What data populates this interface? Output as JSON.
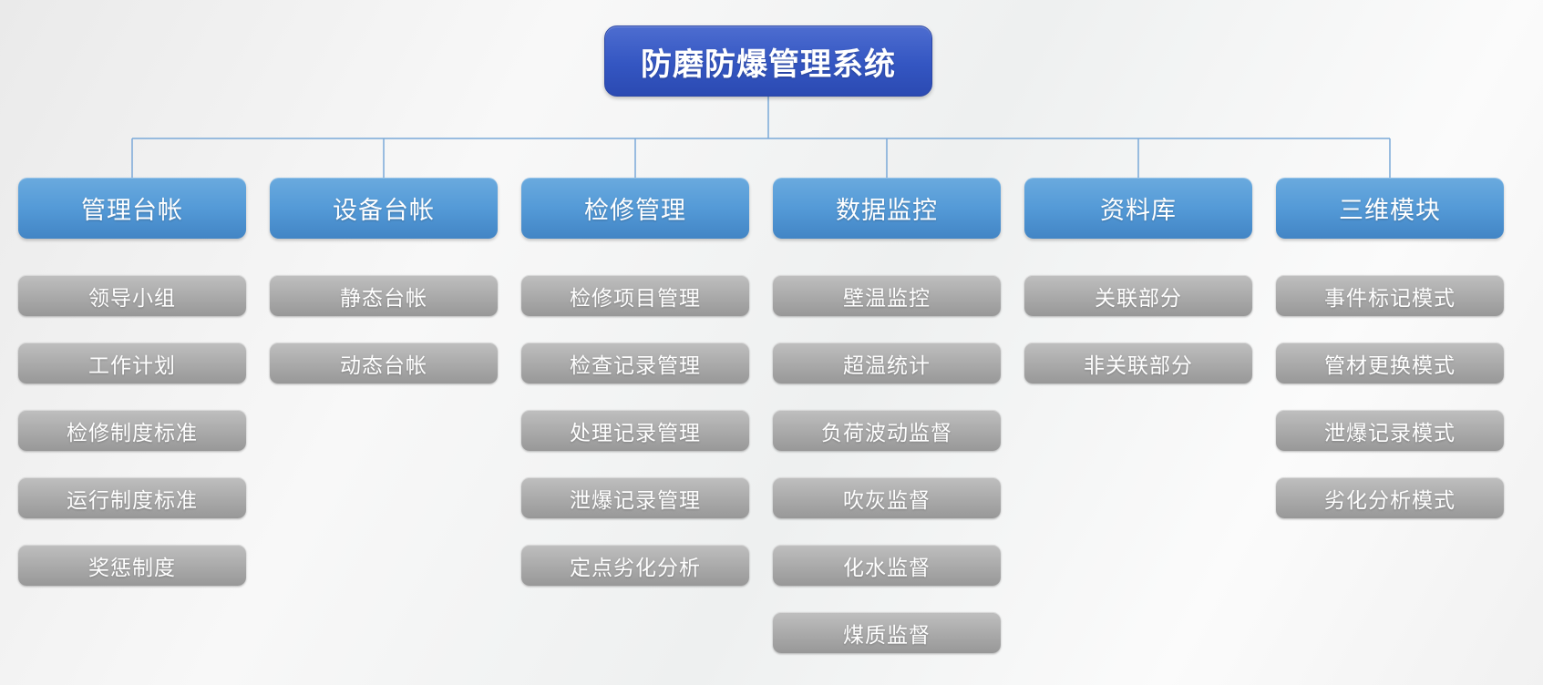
{
  "root": {
    "label": "防磨防爆管理系统"
  },
  "branches": [
    {
      "label": "管理台帐",
      "children": [
        "领导小组",
        "工作计划",
        "检修制度标准",
        "运行制度标准",
        "奖惩制度"
      ]
    },
    {
      "label": "设备台帐",
      "children": [
        "静态台帐",
        "动态台帐"
      ]
    },
    {
      "label": "检修管理",
      "children": [
        "检修项目管理",
        "检查记录管理",
        "处理记录管理",
        "泄爆记录管理",
        "定点劣化分析"
      ]
    },
    {
      "label": "数据监控",
      "children": [
        "壁温监控",
        "超温统计",
        "负荷波动监督",
        "吹灰监督",
        "化水监督",
        "煤质监督"
      ]
    },
    {
      "label": "资料库",
      "children": [
        "关联部分",
        "非关联部分"
      ]
    },
    {
      "label": "三维模块",
      "children": [
        "事件标记模式",
        "管材更换模式",
        "泄爆记录模式",
        "劣化分析模式"
      ]
    }
  ],
  "colors": {
    "root_gradient_top": "#4d6dd0",
    "root_gradient_bottom": "#2b4ab2",
    "branch_gradient_top": "#6aaade",
    "branch_gradient_bottom": "#4285c5",
    "child_gradient_top": "#bfbfbf",
    "child_gradient_bottom": "#989898",
    "connector": "#7aa9d8",
    "text": "#ffffff"
  }
}
